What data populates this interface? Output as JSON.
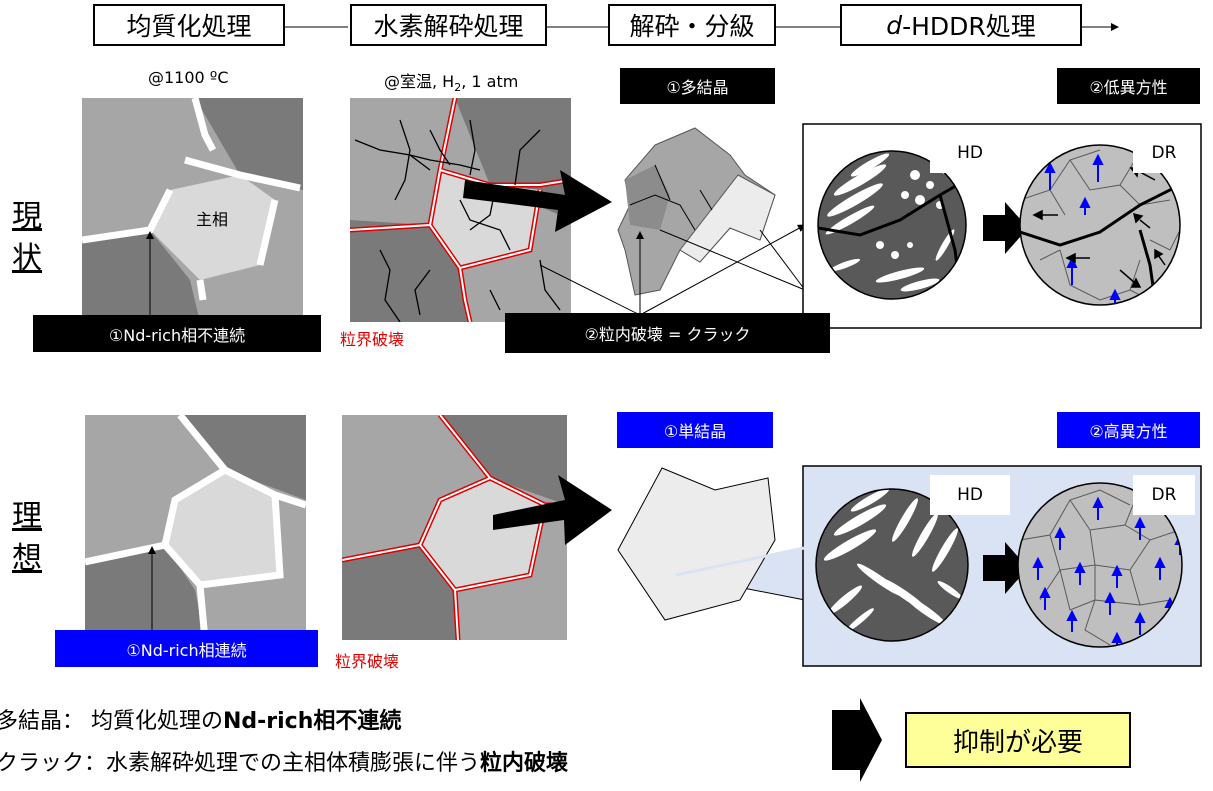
{
  "process_steps": [
    {
      "label": "均質化処理"
    },
    {
      "label": "水素解砕処理"
    },
    {
      "label": "解砕・分級"
    },
    {
      "label_italic": "d",
      "label_rest": "-HDDR処理"
    }
  ],
  "conditions": {
    "homogenization": "@1100 ºC",
    "hydrogen_prefix": "@室温, H",
    "hydrogen_sub": "2",
    "hydrogen_suffix": ", 1 atm"
  },
  "rows": {
    "current": {
      "label_1": "現",
      "label_2": "状",
      "phase_label": "主相",
      "tag_grain_boundary_phase": "①Nd-rich相不連続",
      "red_fracture": "粒界破壊",
      "tag_intragranular": "②粒内破壊 = クラック",
      "tag_crystal": "①多結晶",
      "tag_anisotropy": "②低異方性",
      "hd_label": "HD",
      "dr_label": "DR"
    },
    "ideal": {
      "label_1": "理",
      "label_2": "想",
      "tag_grain_boundary_phase": "①Nd-rich相連続",
      "red_fracture": "粒界破壊",
      "tag_crystal": "①単結晶",
      "tag_anisotropy": "②高異方性",
      "hd_label": "HD",
      "dr_label": "DR"
    }
  },
  "summary": {
    "line1_prefix": "多結晶：  均質化処理の",
    "line1_bold": "Nd-rich相不連続",
    "line2_prefix": "クラック：水素解砕処理での主相体積膨張に伴う",
    "line2_bold": "粒内破壊",
    "result": "抑制が必要"
  },
  "colors": {
    "dark_gray": "#7a7a7a",
    "mid_gray": "#a6a6a6",
    "light_gray": "#d9d9d9",
    "fracture_red": "#e00000",
    "tag_blue": "#0000ff",
    "panel_bg": "#dae3f3",
    "result_yellow": "#ffff99"
  }
}
